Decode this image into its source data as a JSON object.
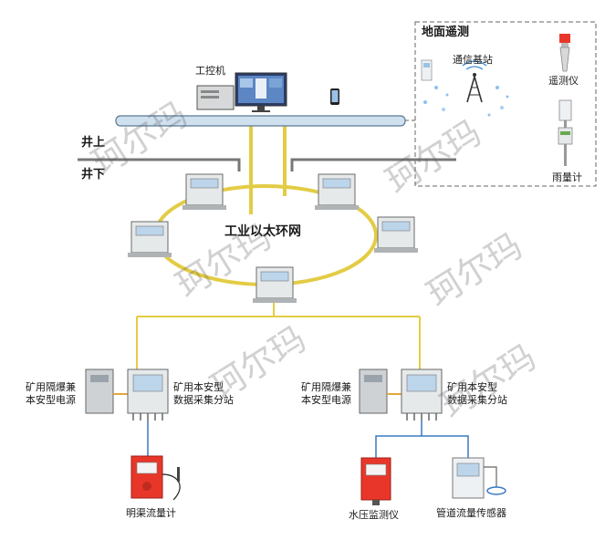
{
  "labels": {
    "industrial_pc": "工控机",
    "above_ground": "井上",
    "below_ground": "井下",
    "ring_network": "工业以太环网",
    "remote_area_title": "地面遥测",
    "base_station": "通信基站",
    "remote_meter": "遥测仪",
    "rain_gauge": "雨量计",
    "power_supply_left": "矿用隔爆兼\n本安型电源",
    "substation_left": "矿用本安型\n数据采集分站",
    "power_supply_right": "矿用隔爆兼\n本安型电源",
    "substation_right": "矿用本安型\n数据采集分站",
    "channel_flowmeter": "明渠流量计",
    "water_pressure_monitor": "水压监测仪",
    "pipe_flow_sensor": "管道流量传感器"
  },
  "watermark": "珂尔玛",
  "colors": {
    "ring": "#e3cc45",
    "bus_fill": "#cfe0ef",
    "bus_stroke": "#5a7a94",
    "device_body": "#e6e9ea",
    "device_red": "#e8372a",
    "panel_blue": "#bcd5ea"
  }
}
